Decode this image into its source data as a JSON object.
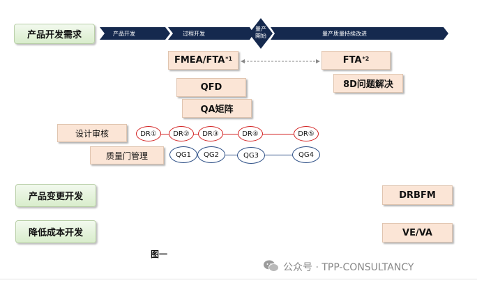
{
  "left_labels": {
    "product_demand": "产品开发需求",
    "product_change": "产品变更开发",
    "cost_reduction": "降低成本开发"
  },
  "process_bar": {
    "stage1": "产品开发",
    "stage2": "过程开发",
    "milestone": "量产\n開始",
    "stage3": "量产质量持续改进"
  },
  "boxes": {
    "fmea": "FMEA/FTA",
    "fmea_note": "*1",
    "fta": "FTA",
    "fta_note": "*2",
    "qfd": "QFD",
    "qa": "QA矩阵",
    "problem_8d": "8D问题解决",
    "design_review": "设计审核",
    "quality_gate": "质量门管理",
    "drbfm": "DRBFM",
    "veva": "VE/VA"
  },
  "dr_nodes": [
    "DR①",
    "DR②",
    "DR③",
    "DR④",
    "DR⑤"
  ],
  "qg_nodes": [
    "QG1",
    "QG2",
    "QG3",
    "QG4"
  ],
  "caption": "图一",
  "footer": "公众号 · TPP-CONSULTANCY",
  "colors": {
    "green_box": "#d9edcc",
    "peach_box": "#fbe5d6",
    "navy_arrow": "#15294e",
    "dr_red": "#d21f1f",
    "qg_blue": "#2d4f86"
  }
}
